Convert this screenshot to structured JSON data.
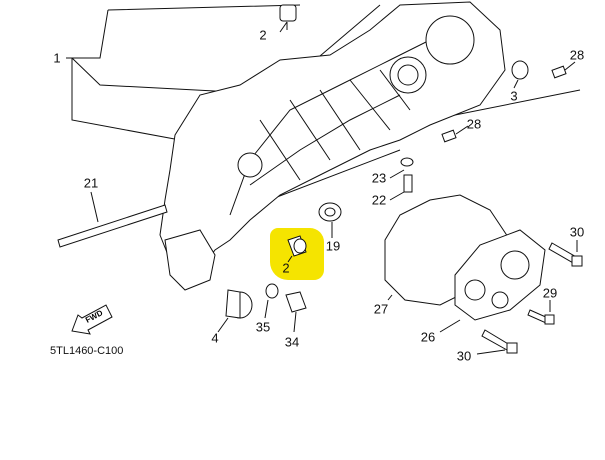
{
  "diagram": {
    "callouts": [
      {
        "id": "c1",
        "text": "1"
      },
      {
        "id": "c2a",
        "text": "2"
      },
      {
        "id": "c28a",
        "text": "28"
      },
      {
        "id": "c3",
        "text": "3"
      },
      {
        "id": "c28b",
        "text": "28"
      },
      {
        "id": "c23",
        "text": "23"
      },
      {
        "id": "c22",
        "text": "22"
      },
      {
        "id": "c21",
        "text": "21"
      },
      {
        "id": "c19",
        "text": "19"
      },
      {
        "id": "c2b",
        "text": "2"
      },
      {
        "id": "c30a",
        "text": "30"
      },
      {
        "id": "c27",
        "text": "27"
      },
      {
        "id": "c29",
        "text": "29"
      },
      {
        "id": "c35",
        "text": "35"
      },
      {
        "id": "c34",
        "text": "34"
      },
      {
        "id": "c4",
        "text": "4"
      },
      {
        "id": "c26",
        "text": "26"
      },
      {
        "id": "c30b",
        "text": "30"
      }
    ],
    "direction_arrow": "FWD",
    "diagram_code": "5TL1460-C100",
    "highlight_color": "#f5e400",
    "highlighted_part": "2"
  }
}
